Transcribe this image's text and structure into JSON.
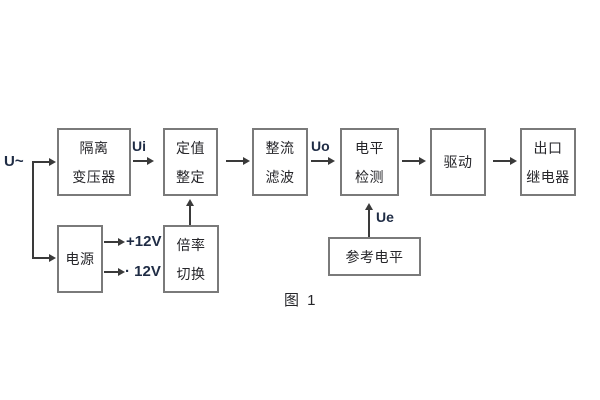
{
  "figure": {
    "caption": "图 1"
  },
  "signal_labels": {
    "input": "U~",
    "after_transformer": "Ui",
    "after_filter": "Uo",
    "reference": "Ue",
    "supply_positive": "+12V",
    "supply_negative": "· 12V"
  },
  "blocks": {
    "isolation_transformer": {
      "lines": [
        "隔离",
        "变压器"
      ]
    },
    "setpoint_setting": {
      "lines": [
        "定值",
        "整定"
      ]
    },
    "rectifier_filter": {
      "lines": [
        "整流",
        "滤波"
      ]
    },
    "level_detection": {
      "lines": [
        "电平",
        "检测"
      ]
    },
    "drive": {
      "lines": [
        "驱动"
      ]
    },
    "output_relay": {
      "lines": [
        "出口",
        "继电器"
      ]
    },
    "power_supply": {
      "lines": [
        "电源"
      ]
    },
    "multiplier_switch": {
      "lines": [
        "倍率",
        "切换"
      ]
    },
    "reference_level": {
      "lines": [
        "参考电平"
      ]
    }
  },
  "colors": {
    "line": "#3a3a3a",
    "box_border": "#7a7a7a",
    "text": "#26262a",
    "signal_text": "#1f2c45"
  }
}
